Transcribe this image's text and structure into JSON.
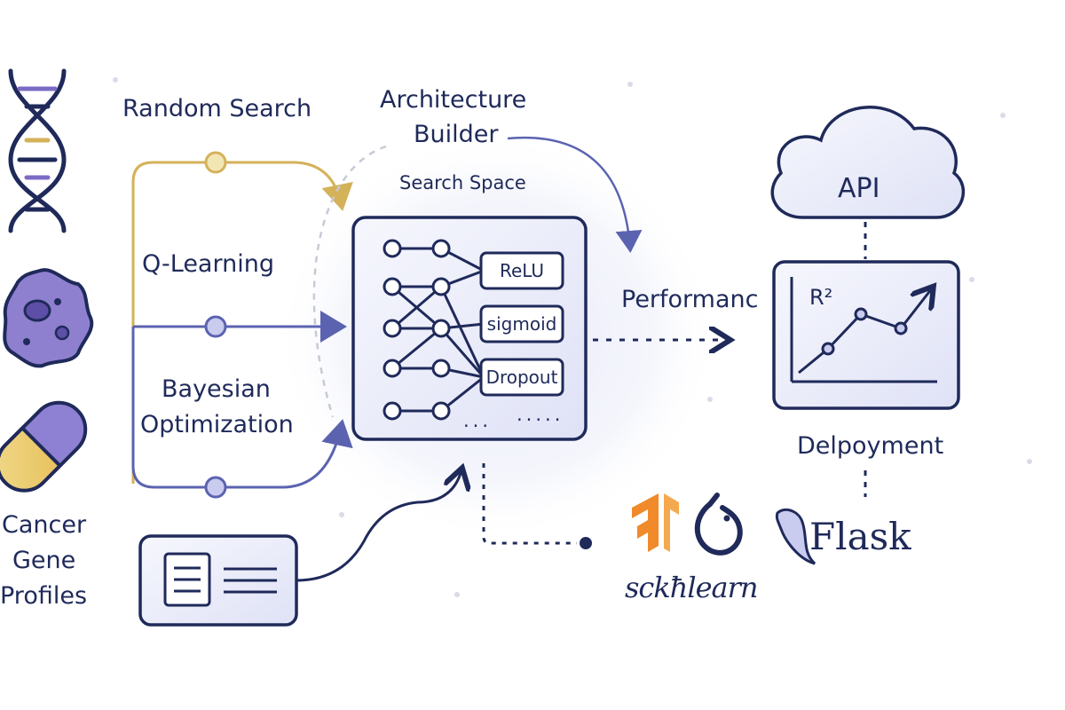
{
  "input": {
    "label_line1": "Cancer",
    "label_line2": "Gene",
    "label_line3": "Profiles"
  },
  "strategies": {
    "random_search": "Random Search",
    "q_learning": "Q-Learning",
    "bayesian_line1": "Bayesian",
    "bayesian_line2": "Optimization"
  },
  "builder": {
    "title_line1": "Architecture",
    "title_line2": "Builder",
    "search_space": "Search Space",
    "layers": [
      "ReLU",
      "sigmoid",
      "Dropout"
    ],
    "ellipsis_left": "...",
    "ellipsis_right": "....."
  },
  "performance_label": "Performanc",
  "deployment": {
    "api_label": "API",
    "metric_label": "R²",
    "label": "Delpoyment"
  },
  "tools": {
    "sklearn": "sckħlearn",
    "flask": "Flask"
  },
  "colors": {
    "navy": "#1f2a5a",
    "gold": "#d4b25a",
    "periwinkle": "#5b63b0",
    "lavender": "#c9cbef",
    "purple": "#7c6bc4",
    "orange": "#f08a2a"
  }
}
